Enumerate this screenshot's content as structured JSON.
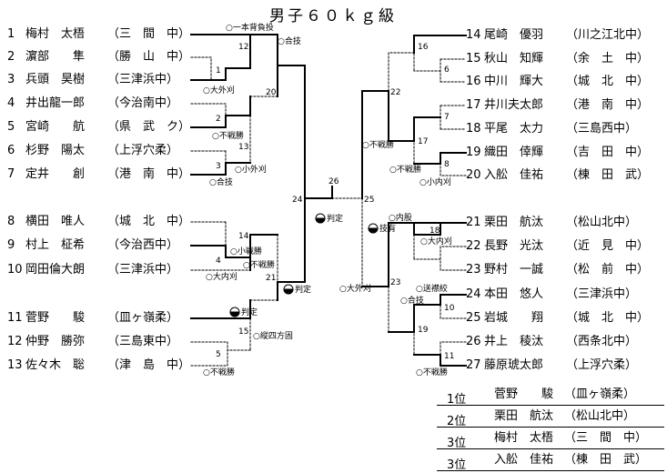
{
  "title": "男子６０ｋｇ級",
  "left_players": [
    {
      "num": "1",
      "name": "梅村　太梧",
      "school": "（三　間　中）"
    },
    {
      "num": "2",
      "name": "濵部　　隼",
      "school": "（勝　山　中）"
    },
    {
      "num": "3",
      "name": "兵頭　昊樹",
      "school": "（三津浜中）"
    },
    {
      "num": "4",
      "name": "井出龍一郎",
      "school": "（今治南中）"
    },
    {
      "num": "5",
      "name": "宮崎　　航",
      "school": "（県　武　ク）"
    },
    {
      "num": "6",
      "name": "杉野　陽太",
      "school": "（上浮穴柔）"
    },
    {
      "num": "7",
      "name": "定井　　創",
      "school": "（港　南　中）"
    },
    {
      "num": "8",
      "name": "横田　唯人",
      "school": "（城　北　中）"
    },
    {
      "num": "9",
      "name": "村上　柾希",
      "school": "（今治西中）"
    },
    {
      "num": "10",
      "name": "岡田倫大朗",
      "school": "（三津浜中）"
    },
    {
      "num": "11",
      "name": "菅野　　駿",
      "school": "（皿ヶ嶺柔）"
    },
    {
      "num": "12",
      "name": "仲野　勝弥",
      "school": "（三島東中）"
    },
    {
      "num": "13",
      "name": "佐々木　聡",
      "school": "（津　島　中）"
    }
  ],
  "right_players": [
    {
      "num": "14",
      "name": "尾崎　優羽",
      "school": "（川之江北中）"
    },
    {
      "num": "15",
      "name": "秋山　知輝",
      "school": "（余　土　中）"
    },
    {
      "num": "16",
      "name": "中川　輝大",
      "school": "（城　北　中）"
    },
    {
      "num": "17",
      "name": "井川夫太郎",
      "school": "（港　南　中）"
    },
    {
      "num": "18",
      "name": "平尾　太力",
      "school": "（三島西中）"
    },
    {
      "num": "19",
      "name": "織田　倖輝",
      "school": "（吉　田　中）"
    },
    {
      "num": "20",
      "name": "入舩　佳祐",
      "school": "（棟　田　武）"
    },
    {
      "num": "21",
      "name": "栗田　航汰",
      "school": "（松山北中）"
    },
    {
      "num": "22",
      "name": "長野　光汰",
      "school": "（近　見　中）"
    },
    {
      "num": "23",
      "name": "野村　一誠",
      "school": "（松　前　中）"
    },
    {
      "num": "24",
      "name": "本田　悠人",
      "school": "（三津浜中）"
    },
    {
      "num": "25",
      "name": "岩城　　翔",
      "school": "（城　北　中）"
    },
    {
      "num": "26",
      "name": "井上　稜汰",
      "school": "（西条北中）"
    },
    {
      "num": "27",
      "name": "藤原琥太郎",
      "school": "（上浮穴柔）"
    }
  ],
  "match_numbers": [
    "1",
    "2",
    "3",
    "4",
    "5",
    "10",
    "11",
    "12",
    "13",
    "14",
    "15",
    "16",
    "17",
    "18",
    "19",
    "20",
    "21",
    "22",
    "23",
    "24",
    "25",
    "26",
    "6",
    "7",
    "8"
  ],
  "results": {
    "m12_top": "○一本背負投",
    "m12_win": "○合技",
    "m1": "○大外刈",
    "m2": "○不戦勝",
    "m3a": "○小外刈",
    "m3b": "○合技",
    "m4a": "○小戦勝",
    "m4b": "○不戦勝",
    "m4c": "○大内刈",
    "m21": "判定",
    "m15a": "判定",
    "m15b": "○縦四方固",
    "m5": "○不戦勝",
    "m26": "判定",
    "m22": "○不戦勝",
    "m8a": "○不戦勝",
    "m8b": "○小内刈",
    "m25a": "○内股",
    "m25b": "技有",
    "m18": "○大内刈",
    "m23": "○大外刈",
    "m10a": "○送襟絞",
    "m10b": "○合技",
    "m11": "○不戦勝"
  },
  "rankings": [
    {
      "pos": "1位",
      "name": "菅野　　駿",
      "school": "（皿ヶ嶺柔）"
    },
    {
      "pos": "2位",
      "name": "栗田　航汰",
      "school": "（松山北中）"
    },
    {
      "pos": "3位",
      "name": "梅村　太梧",
      "school": "（三　間　中）"
    },
    {
      "pos": "3位",
      "name": "入舩　佳祐",
      "school": "（棟　田　武）"
    }
  ]
}
